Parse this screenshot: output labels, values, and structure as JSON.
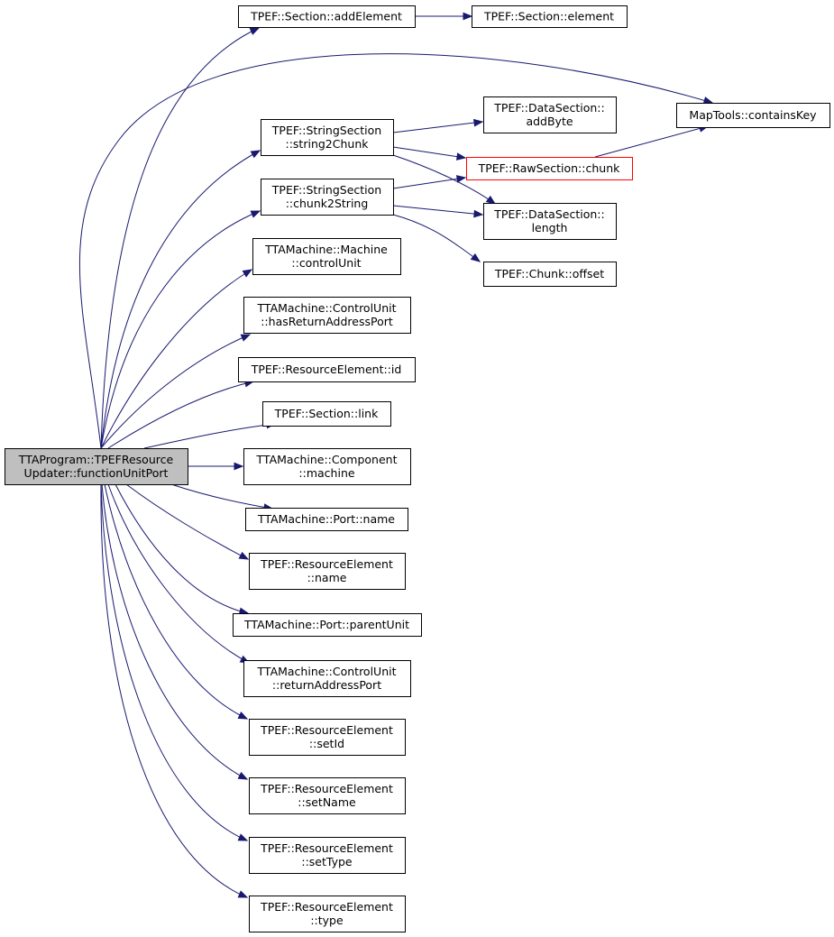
{
  "colors": {
    "edge": "#191970",
    "root_fill": "#bfbfbf",
    "highlight_border": "#ff0000"
  },
  "nodes": {
    "root": [
      "TTAProgram::TPEFResource",
      "Updater::functionUnitPort"
    ],
    "section_addElement": [
      "TPEF::Section::addElement"
    ],
    "section_element": [
      "TPEF::Section::element"
    ],
    "maptools_containsKey": [
      "MapTools::containsKey"
    ],
    "stringsection_string2Chunk": [
      "TPEF::StringSection",
      "::string2Chunk"
    ],
    "datasection_addByte": [
      "TPEF::DataSection::",
      "addByte"
    ],
    "rawsection_chunk": [
      "TPEF::RawSection::chunk"
    ],
    "stringsection_chunk2String": [
      "TPEF::StringSection",
      "::chunk2String"
    ],
    "datasection_length": [
      "TPEF::DataSection::",
      "length"
    ],
    "chunk_offset": [
      "TPEF::Chunk::offset"
    ],
    "machine_controlUnit": [
      "TTAMachine::Machine",
      "::controlUnit"
    ],
    "controlunit_hasReturnAddressPort": [
      "TTAMachine::ControlUnit",
      "::hasReturnAddressPort"
    ],
    "resourceelement_id": [
      "TPEF::ResourceElement::id"
    ],
    "section_link": [
      "TPEF::Section::link"
    ],
    "component_machine": [
      "TTAMachine::Component",
      "::machine"
    ],
    "port_name": [
      "TTAMachine::Port::name"
    ],
    "resourceelement_name": [
      "TPEF::ResourceElement",
      "::name"
    ],
    "port_parentUnit": [
      "TTAMachine::Port::parentUnit"
    ],
    "controlunit_returnAddressPort": [
      "TTAMachine::ControlUnit",
      "::returnAddressPort"
    ],
    "resourceelement_setId": [
      "TPEF::ResourceElement",
      "::setId"
    ],
    "resourceelement_setName": [
      "TPEF::ResourceElement",
      "::setName"
    ],
    "resourceelement_setType": [
      "TPEF::ResourceElement",
      "::setType"
    ],
    "resourceelement_type": [
      "TPEF::ResourceElement",
      "::type"
    ]
  },
  "edges": [
    [
      "root",
      "section_addElement"
    ],
    [
      "root",
      "maptools_containsKey"
    ],
    [
      "root",
      "stringsection_string2Chunk"
    ],
    [
      "root",
      "stringsection_chunk2String"
    ],
    [
      "root",
      "machine_controlUnit"
    ],
    [
      "root",
      "controlunit_hasReturnAddressPort"
    ],
    [
      "root",
      "resourceelement_id"
    ],
    [
      "root",
      "section_link"
    ],
    [
      "root",
      "component_machine"
    ],
    [
      "root",
      "port_name"
    ],
    [
      "root",
      "resourceelement_name"
    ],
    [
      "root",
      "port_parentUnit"
    ],
    [
      "root",
      "controlunit_returnAddressPort"
    ],
    [
      "root",
      "resourceelement_setId"
    ],
    [
      "root",
      "resourceelement_setName"
    ],
    [
      "root",
      "resourceelement_setType"
    ],
    [
      "root",
      "resourceelement_type"
    ],
    [
      "section_addElement",
      "section_element"
    ],
    [
      "stringsection_string2Chunk",
      "datasection_addByte"
    ],
    [
      "stringsection_string2Chunk",
      "rawsection_chunk"
    ],
    [
      "stringsection_string2Chunk",
      "datasection_length"
    ],
    [
      "stringsection_chunk2String",
      "rawsection_chunk"
    ],
    [
      "stringsection_chunk2String",
      "datasection_length"
    ],
    [
      "stringsection_chunk2String",
      "chunk_offset"
    ],
    [
      "rawsection_chunk",
      "maptools_containsKey"
    ]
  ]
}
